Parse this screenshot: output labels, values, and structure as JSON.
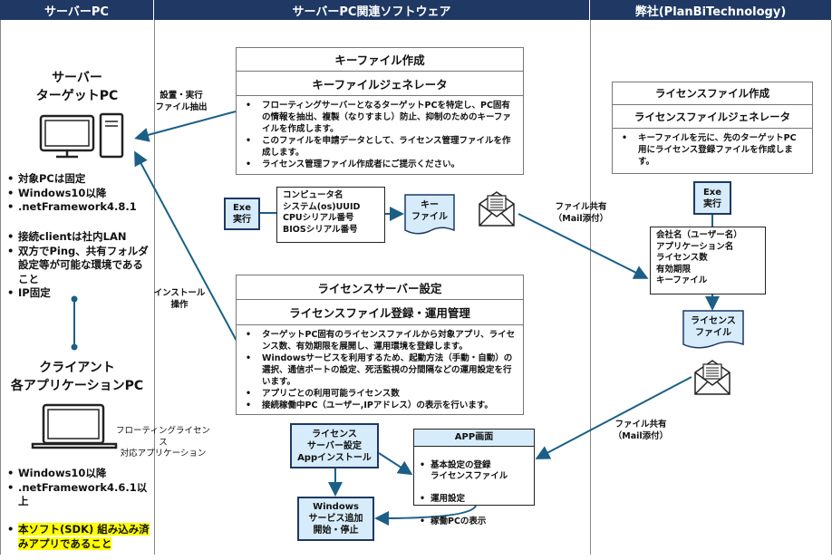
{
  "headers": [
    "サーバーPC",
    "サーバーPC関連ソフトウェア",
    "弊社(PlanBiTechnology)"
  ],
  "server": {
    "title": [
      "サーバー",
      "ターゲットPC"
    ],
    "specs": [
      "対象PCは固定",
      "Windows10以降",
      ".netFramework4.8.1"
    ],
    "network": [
      "接続clientは社内LAN",
      "双方でPing、共有フォルダ設定等が可能な環境であること",
      "IP固定"
    ]
  },
  "client": {
    "title": [
      "クライアント",
      "各アプリケーションPC"
    ],
    "specs": [
      "Windows10以降",
      ".netFramework4.6.1以上"
    ],
    "requirement": "本ソフト(SDK) 組み込み済みアプリであること",
    "app_label": [
      "フローティングライセンス",
      "対応アプリケーション"
    ]
  },
  "labels": {
    "install_extract": [
      "設置・実行",
      "ファイル抽出"
    ],
    "install_op": [
      "インストール",
      "操作"
    ],
    "share1": [
      "ファイル共有",
      "（Mail添付）"
    ],
    "share2": [
      "ファイル共有",
      "（Mail添付）"
    ]
  },
  "keyfile_box": {
    "title": "キーファイル作成",
    "subtitle": "キーファイルジェネレータ",
    "items": [
      "フローティングサーバーとなるターゲットPCを特定し、PC固有の情報を抽出、複製（なりすまし）防止、抑制のためのキーファイルを作成します。",
      "このファイルを申請データとして、ライセンス管理ファイルを作成します。",
      "ライセンス管理ファイル作成者にご提示ください。"
    ]
  },
  "exe1": [
    "Exe",
    "実行"
  ],
  "key_items": [
    "コンピュータ名",
    "システム(os)UUID",
    "CPUシリアル番号",
    "BIOSシリアル番号"
  ],
  "keyfile_doc": [
    "キー",
    "ファイル"
  ],
  "server_box": {
    "title": "ライセンスサーバー設定",
    "subtitle": "ライセンスファイル登録・運用管理",
    "items": [
      "ターゲットPC固有のライセンスファイルから対象アプリ、ライセンス数、有効期限を展開し、運用環境を登録します。",
      "Windowsサービスを利用するため、起動方法（手動・自動）の選択、通信ポートの設定、死活監視の分間隔などの運用設定を行います。",
      "アプリごとの利用可能ライセンス数",
      "接続稼働中PC（ユーザー,IPアドレス）の表示を行います。"
    ]
  },
  "install_box": [
    "ライセンス",
    "サーバー設定",
    "Appインストール"
  ],
  "windows_box": [
    "Windows",
    "サービス追加",
    "開始・停止"
  ],
  "app_screen": {
    "title": "APP画面",
    "items": [
      "基本設定の登録\nライセンスファイル",
      "運用設定",
      "稼働PCの表示"
    ]
  },
  "license_box": {
    "title": "ライセンスファイル作成",
    "subtitle": "ライセンスファイルジェネレータ",
    "items": [
      "キーファイルを元に、先のターゲットPC用にライセンス登録ファイルを作成します。"
    ]
  },
  "exe2": [
    "Exe",
    "実行"
  ],
  "license_items": [
    "会社名（ユーザー名）",
    "アプリケーション名",
    "ライセンス数",
    "有効期限",
    "キーファイル"
  ],
  "license_doc": [
    "ライセンス",
    "ファイル"
  ],
  "colors": {
    "header": "#1f3864",
    "line": "#1b5f86",
    "fill": "#d6ecfb",
    "highlight": "#ffff00"
  }
}
